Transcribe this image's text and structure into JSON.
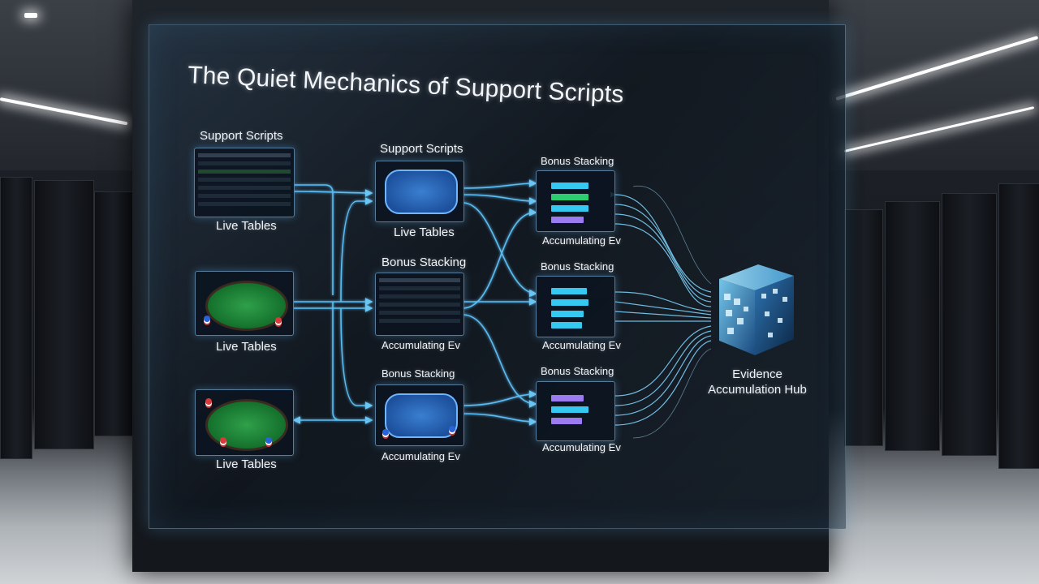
{
  "title": "The Quiet Mechanics of Support Scripts",
  "columns": {
    "col1": [
      {
        "top": "Support Scripts",
        "bottom": "Live Tables"
      },
      {
        "top": "",
        "bottom": "Live Tables"
      },
      {
        "top": "",
        "bottom": "Live Tables"
      }
    ],
    "col2": [
      {
        "top": "Support Scripts",
        "bottom": "Live Tables"
      },
      {
        "top": "Bonus Stacking",
        "bottom": "Accumulating Ev"
      },
      {
        "top": "Bonus Stacking",
        "bottom": "Accumulating Ev"
      }
    ],
    "col3": [
      {
        "top": "Bonus Stacking",
        "bottom": "Accumulating Ev"
      },
      {
        "top": "Bonus Stacking",
        "bottom": "Accumulating Ev"
      },
      {
        "top": "Bonus Stacking",
        "bottom": "Accumulating Ev"
      }
    ]
  },
  "hub": {
    "line1": "Evidence",
    "line2": "Accumulation Hub"
  },
  "colors": {
    "accent": "#5fc6ff",
    "green": "#2ecc71",
    "violet": "#9a7cf0",
    "cyan": "#35c9f2"
  }
}
